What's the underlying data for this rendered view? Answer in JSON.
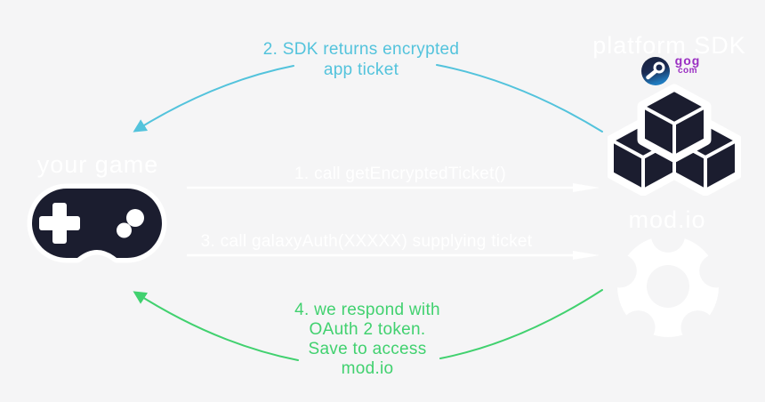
{
  "colors": {
    "background": "#f5f5f6",
    "step2_cyan": "#53c3dc",
    "step4_green": "#41d16f",
    "node_label_white": "#ffffff",
    "icon_dark_navy": "#1b1d2f",
    "gog_purple": "#9a2fc2",
    "steam_gradient_top": "#18203a",
    "steam_gradient_bottom": "#1f7bbf"
  },
  "nodes": {
    "your_game": {
      "label": "your game",
      "icon": "gamepad-icon"
    },
    "platform_sdk": {
      "label": "platform SDK",
      "icons": [
        "steam-icon",
        "gog-com-logo",
        "cubes-icon"
      ]
    },
    "modio": {
      "label": "mod.io",
      "icon": "modio-cog-icon"
    }
  },
  "gog_logo": {
    "line1": "gog",
    "line2": "com"
  },
  "steps": {
    "step1": {
      "label": "1. call getEncryptedTicket()",
      "direction": "your game to platform SDK"
    },
    "step2": {
      "lines": [
        "2. SDK returns encrypted",
        "app ticket"
      ],
      "direction": "platform SDK to your game"
    },
    "step3": {
      "label": "3. call galaxyAuth(XXXXX) supplying ticket",
      "direction": "your game to mod.io"
    },
    "step4": {
      "lines": [
        "4. we respond with",
        "OAuth 2 token.",
        "Save to access",
        "mod.io"
      ],
      "direction": "mod.io to your game"
    }
  }
}
